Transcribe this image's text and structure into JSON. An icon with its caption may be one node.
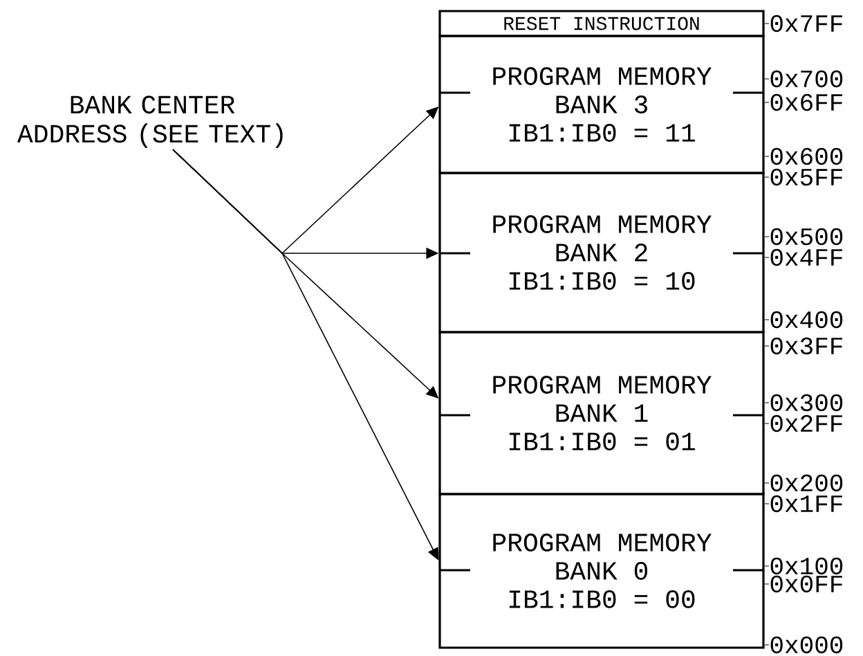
{
  "diagram": {
    "nodes": [
      {
        "text": [
          "BANK CENTER ADDRESS (SEE TEXT)"
        ]
      },
      {
        "text": [
          "RESET INSTRUCTION"
        ]
      },
      {
        "text": [
          "PROGRAM MEMORY",
          "BANK 3",
          "IB1:IB0 = 11"
        ]
      },
      {
        "text": [
          "PROGRAM MEMORY",
          "BANK 2",
          "IB1:IB0 = 10"
        ]
      },
      {
        "text": [
          "PROGRAM MEMORY",
          "BANK 1",
          "IB1:IB0 = 01"
        ]
      },
      {
        "text": [
          "PROGRAM MEMORY",
          "BANK 0",
          "IB1:IB0 = 00"
        ]
      }
    ],
    "edges": [
      {
        "from": 0,
        "to": 2,
        "arrow": "to"
      },
      {
        "from": 0,
        "to": 3,
        "arrow": "to"
      },
      {
        "from": 0,
        "to": 4,
        "arrow": "to"
      },
      {
        "from": 0,
        "to": 5,
        "arrow": "to"
      }
    ],
    "labels": [
      "0x7FF",
      "0x700",
      "0x6FF",
      "0x600",
      "0x5FF",
      "0x500",
      "0x4FF",
      "0x400",
      "0x3FF",
      "0x300",
      "0x2FF",
      "0x200",
      "0x1FF",
      "0x100",
      "0x0FF",
      "0x000"
    ]
  }
}
